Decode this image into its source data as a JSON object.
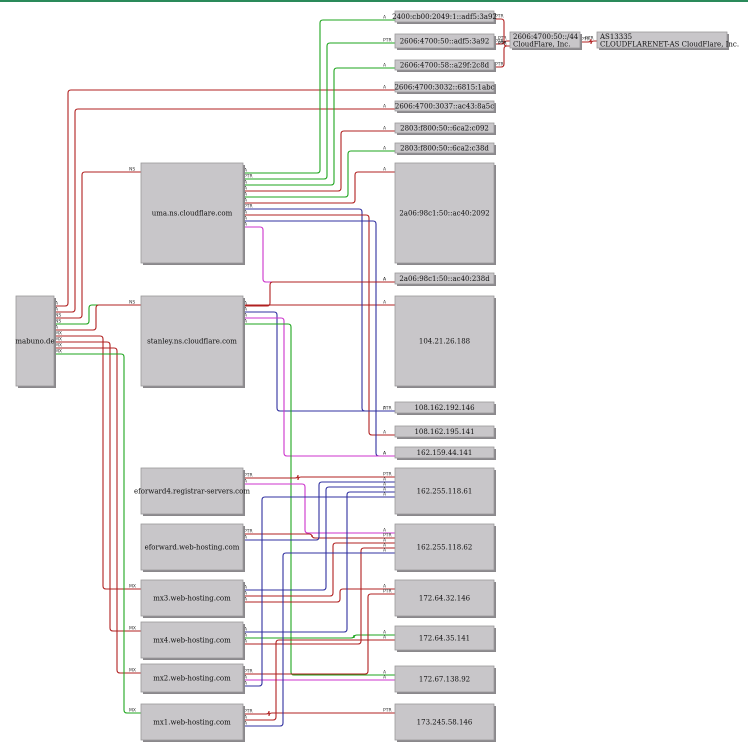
{
  "colors": {
    "A": "#1ea51e",
    "AAAA": "#b02020",
    "NS": "#b02020",
    "MX": "#b02020",
    "PTR": "#3030a0",
    "alt": [
      "#1ea51e",
      "#b02020",
      "#3030a0",
      "#cc33cc",
      "#c9a020",
      "#888888"
    ]
  },
  "nodes": {
    "root": "mabuno.de",
    "uma": "uma.ns.cloudflare.com",
    "stanley": "stanley.ns.cloudflare.com",
    "eforward4": "eforward4.registrar-servers.com",
    "eforward": "eforward.web-hosting.com",
    "mx3": "mx3.web-hosting.com",
    "mx4": "mx4.web-hosting.com",
    "mx2": "mx2.web-hosting.com",
    "mx1": "mx1.web-hosting.com",
    "v6_1": "2400:cb00:2049:1::adf5:3a92",
    "v6_2": "2606:4700:50::adf5:3a92",
    "v6_3": "2606:4700:58::a29f:2c8d",
    "v6_4": "2606:4700:3032::6815:1abc",
    "v6_5": "2606:4700:3037::ac43:8a5c",
    "v6_6": "2803:f800:50::6ca2:c092",
    "v6_7": "2803:f800:50::6ca2:c38d",
    "v6_8": "2a06:98c1:50::ac40:2092",
    "v6_9": "2a06:98c1:50::ac40:238d",
    "net6": "2606:4700:50::/44\nCloudFlare, Inc.",
    "asn": "AS13335\nCLOUDFLARENET-AS CloudFlare, Inc.",
    "ip1": "104.21.26.188",
    "ip2": "108.162.192.146",
    "ip3": "108.162.195.141",
    "ip4": "162.159.44.141",
    "ip5": "162.255.118.61",
    "ip6": "162.255.118.62",
    "ip7": "172.64.32.146",
    "ip8": "172.64.35.141",
    "ip9": "172.67.138.92",
    "ip10": "173.245.58.146"
  },
  "edges": [
    {
      "from": "root",
      "to": "v6_4",
      "label": "A",
      "type": "AAAA"
    },
    {
      "from": "root",
      "to": "v6_5",
      "label": "A",
      "type": "AAAA"
    },
    {
      "from": "root",
      "to": "uma",
      "label": "NS",
      "type": "NS"
    },
    {
      "from": "root",
      "to": "stanley",
      "label": "NS",
      "type": "A"
    },
    {
      "from": "root",
      "to": "ip1",
      "label": "A",
      "type": "AAAA"
    },
    {
      "from": "root",
      "to": "mx3",
      "label": "MX",
      "type": "MX"
    },
    {
      "from": "root",
      "to": "mx4",
      "label": "MX",
      "type": "MX"
    },
    {
      "from": "root",
      "to": "mx2",
      "label": "MX",
      "type": "MX"
    },
    {
      "from": "root",
      "to": "mx1",
      "label": "MX",
      "type": "A"
    },
    {
      "from": "uma",
      "to": "v6_1",
      "label": "A",
      "type": "A"
    },
    {
      "from": "uma",
      "to": "v6_2",
      "label": "PTR",
      "type": "A"
    },
    {
      "from": "uma",
      "to": "v6_3",
      "label": "A",
      "type": "A"
    },
    {
      "from": "uma",
      "to": "v6_6",
      "label": "A",
      "type": "AAAA"
    },
    {
      "from": "uma",
      "to": "v6_7",
      "label": "A",
      "type": "A"
    },
    {
      "from": "uma",
      "to": "v6_8",
      "label": "A",
      "type": "AAAA"
    },
    {
      "from": "uma",
      "to": "ip2",
      "label": "PTR",
      "type": "PTR"
    },
    {
      "from": "uma",
      "to": "ip3",
      "label": "A",
      "type": "AAAA"
    },
    {
      "from": "uma",
      "to": "ip4",
      "label": "A",
      "type": "PTR"
    },
    {
      "from": "uma",
      "to": "v6_9",
      "label": "A",
      "type": "alt3"
    },
    {
      "from": "stanley",
      "to": "v6_9",
      "label": "A",
      "type": "AAAA"
    },
    {
      "from": "stanley",
      "to": "ip2",
      "label": "A",
      "type": "PTR"
    },
    {
      "from": "stanley",
      "to": "ip4",
      "label": "A",
      "type": "alt3"
    },
    {
      "from": "stanley",
      "to": "ip9",
      "label": "A",
      "type": "A"
    },
    {
      "from": "eforward4",
      "to": "ip5",
      "label": "PTR",
      "type": "AAAA"
    },
    {
      "from": "eforward4",
      "to": "ip6",
      "label": "A",
      "type": "alt3"
    },
    {
      "from": "eforward",
      "to": "ip6",
      "label": "PTR",
      "type": "AAAA"
    },
    {
      "from": "eforward",
      "to": "ip5",
      "label": "A",
      "type": "PTR"
    },
    {
      "from": "mx3",
      "to": "ip5",
      "label": "A",
      "type": "PTR"
    },
    {
      "from": "mx3",
      "to": "ip6",
      "label": "A",
      "type": "AAAA"
    },
    {
      "from": "mx3",
      "to": "ip7",
      "label": "A",
      "type": "AAAA"
    },
    {
      "from": "mx4",
      "to": "ip5",
      "label": "A",
      "type": "PTR"
    },
    {
      "from": "mx4",
      "to": "ip8",
      "label": "A",
      "type": "A"
    },
    {
      "from": "mx4",
      "to": "ip6",
      "label": "A",
      "type": "AAAA"
    },
    {
      "from": "mx2",
      "to": "ip7",
      "label": "PTR",
      "type": "AAAA"
    },
    {
      "from": "mx2",
      "to": "ip9",
      "label": "A",
      "type": "alt3"
    },
    {
      "from": "mx2",
      "to": "ip5",
      "label": "A",
      "type": "PTR"
    },
    {
      "from": "mx1",
      "to": "ip10",
      "label": "PTR",
      "type": "AAAA"
    },
    {
      "from": "mx1",
      "to": "ip8",
      "label": "A",
      "type": "AAAA"
    },
    {
      "from": "mx1",
      "to": "ip6",
      "label": "A",
      "type": "PTR"
    },
    {
      "from": "v6_2",
      "to": "net6",
      "label": "PTR",
      "type": "AAAA"
    },
    {
      "from": "v6_1",
      "to": "net6",
      "label": "PTR",
      "type": "AAAA"
    },
    {
      "from": "v6_3",
      "to": "net6",
      "label": "PTR",
      "type": "AAAA"
    },
    {
      "from": "net6",
      "to": "asn",
      "label": "PTR",
      "type": "AAAA"
    }
  ]
}
